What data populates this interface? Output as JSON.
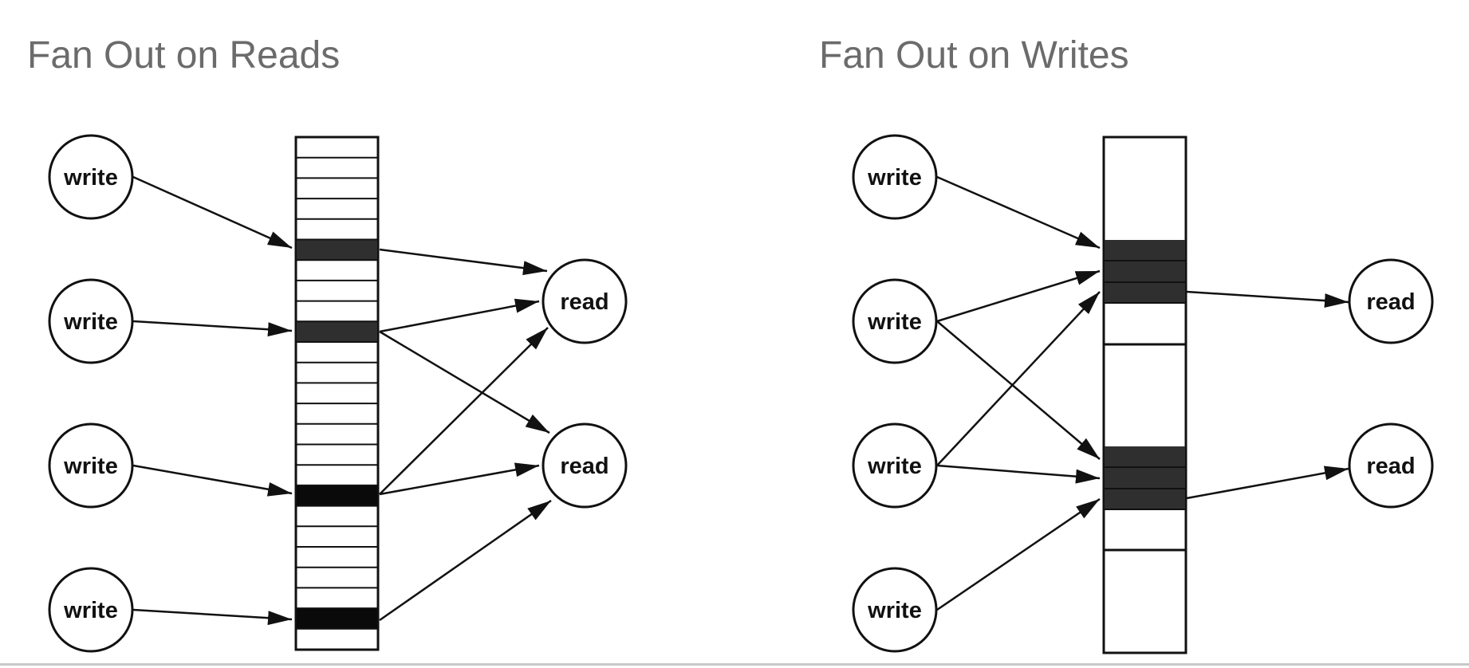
{
  "titles": {
    "left": "Fan Out on Reads",
    "right": "Fan Out on Writes"
  },
  "labels": {
    "write": "write",
    "read": "read"
  },
  "colors": {
    "title": "#6b6b6b",
    "stroke": "#111111",
    "filled": "#2f2f2f",
    "filled_dark": "#0a0a0a"
  }
}
